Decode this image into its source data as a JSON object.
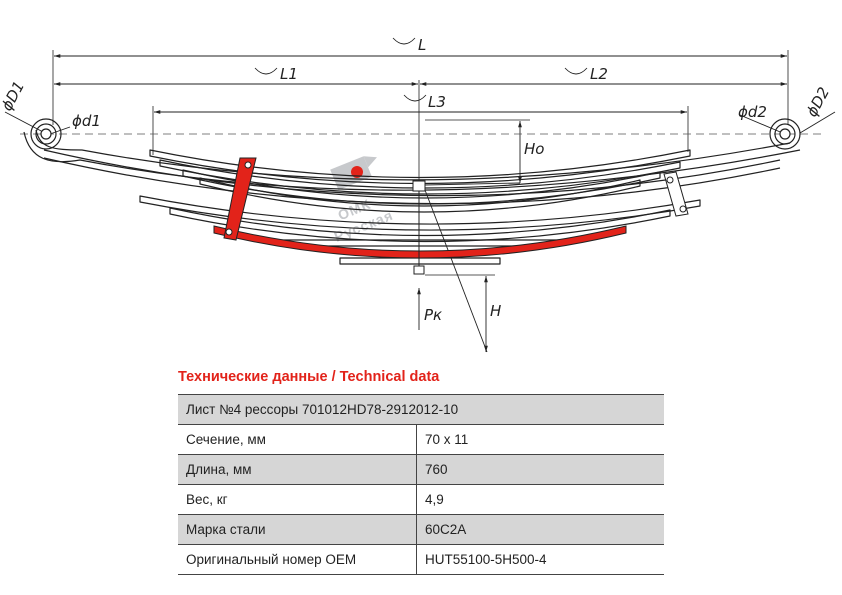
{
  "drawing": {
    "labels": {
      "L": "L",
      "L1": "L1",
      "L2": "L2",
      "L3": "L3",
      "D1": "ϕD1",
      "d1": "ϕd1",
      "d2": "ϕd2",
      "D2": "ϕD2",
      "Ho": "Ho",
      "H": "H",
      "Pk": "Pк"
    },
    "watermark": {
      "brand": "ОМК",
      "sub": "Русская"
    },
    "colors": {
      "highlight_leaf": "#e2231a",
      "clamp": "#e2231a",
      "line": "#222222"
    }
  },
  "specs": {
    "title": "Технические данные / Technical data",
    "header": "Лист №4 рессоры 701012HD78-2912012-10",
    "rows": [
      {
        "label": "Сечение, мм",
        "value": "70 x 11"
      },
      {
        "label": "Длина, мм",
        "value": "760"
      },
      {
        "label": "Вес, кг",
        "value": "4,9"
      },
      {
        "label": "Марка стали",
        "value": "60С2А"
      },
      {
        "label": "Оригинальный номер OEM",
        "value": "HUT55100-5H500-4"
      }
    ]
  }
}
